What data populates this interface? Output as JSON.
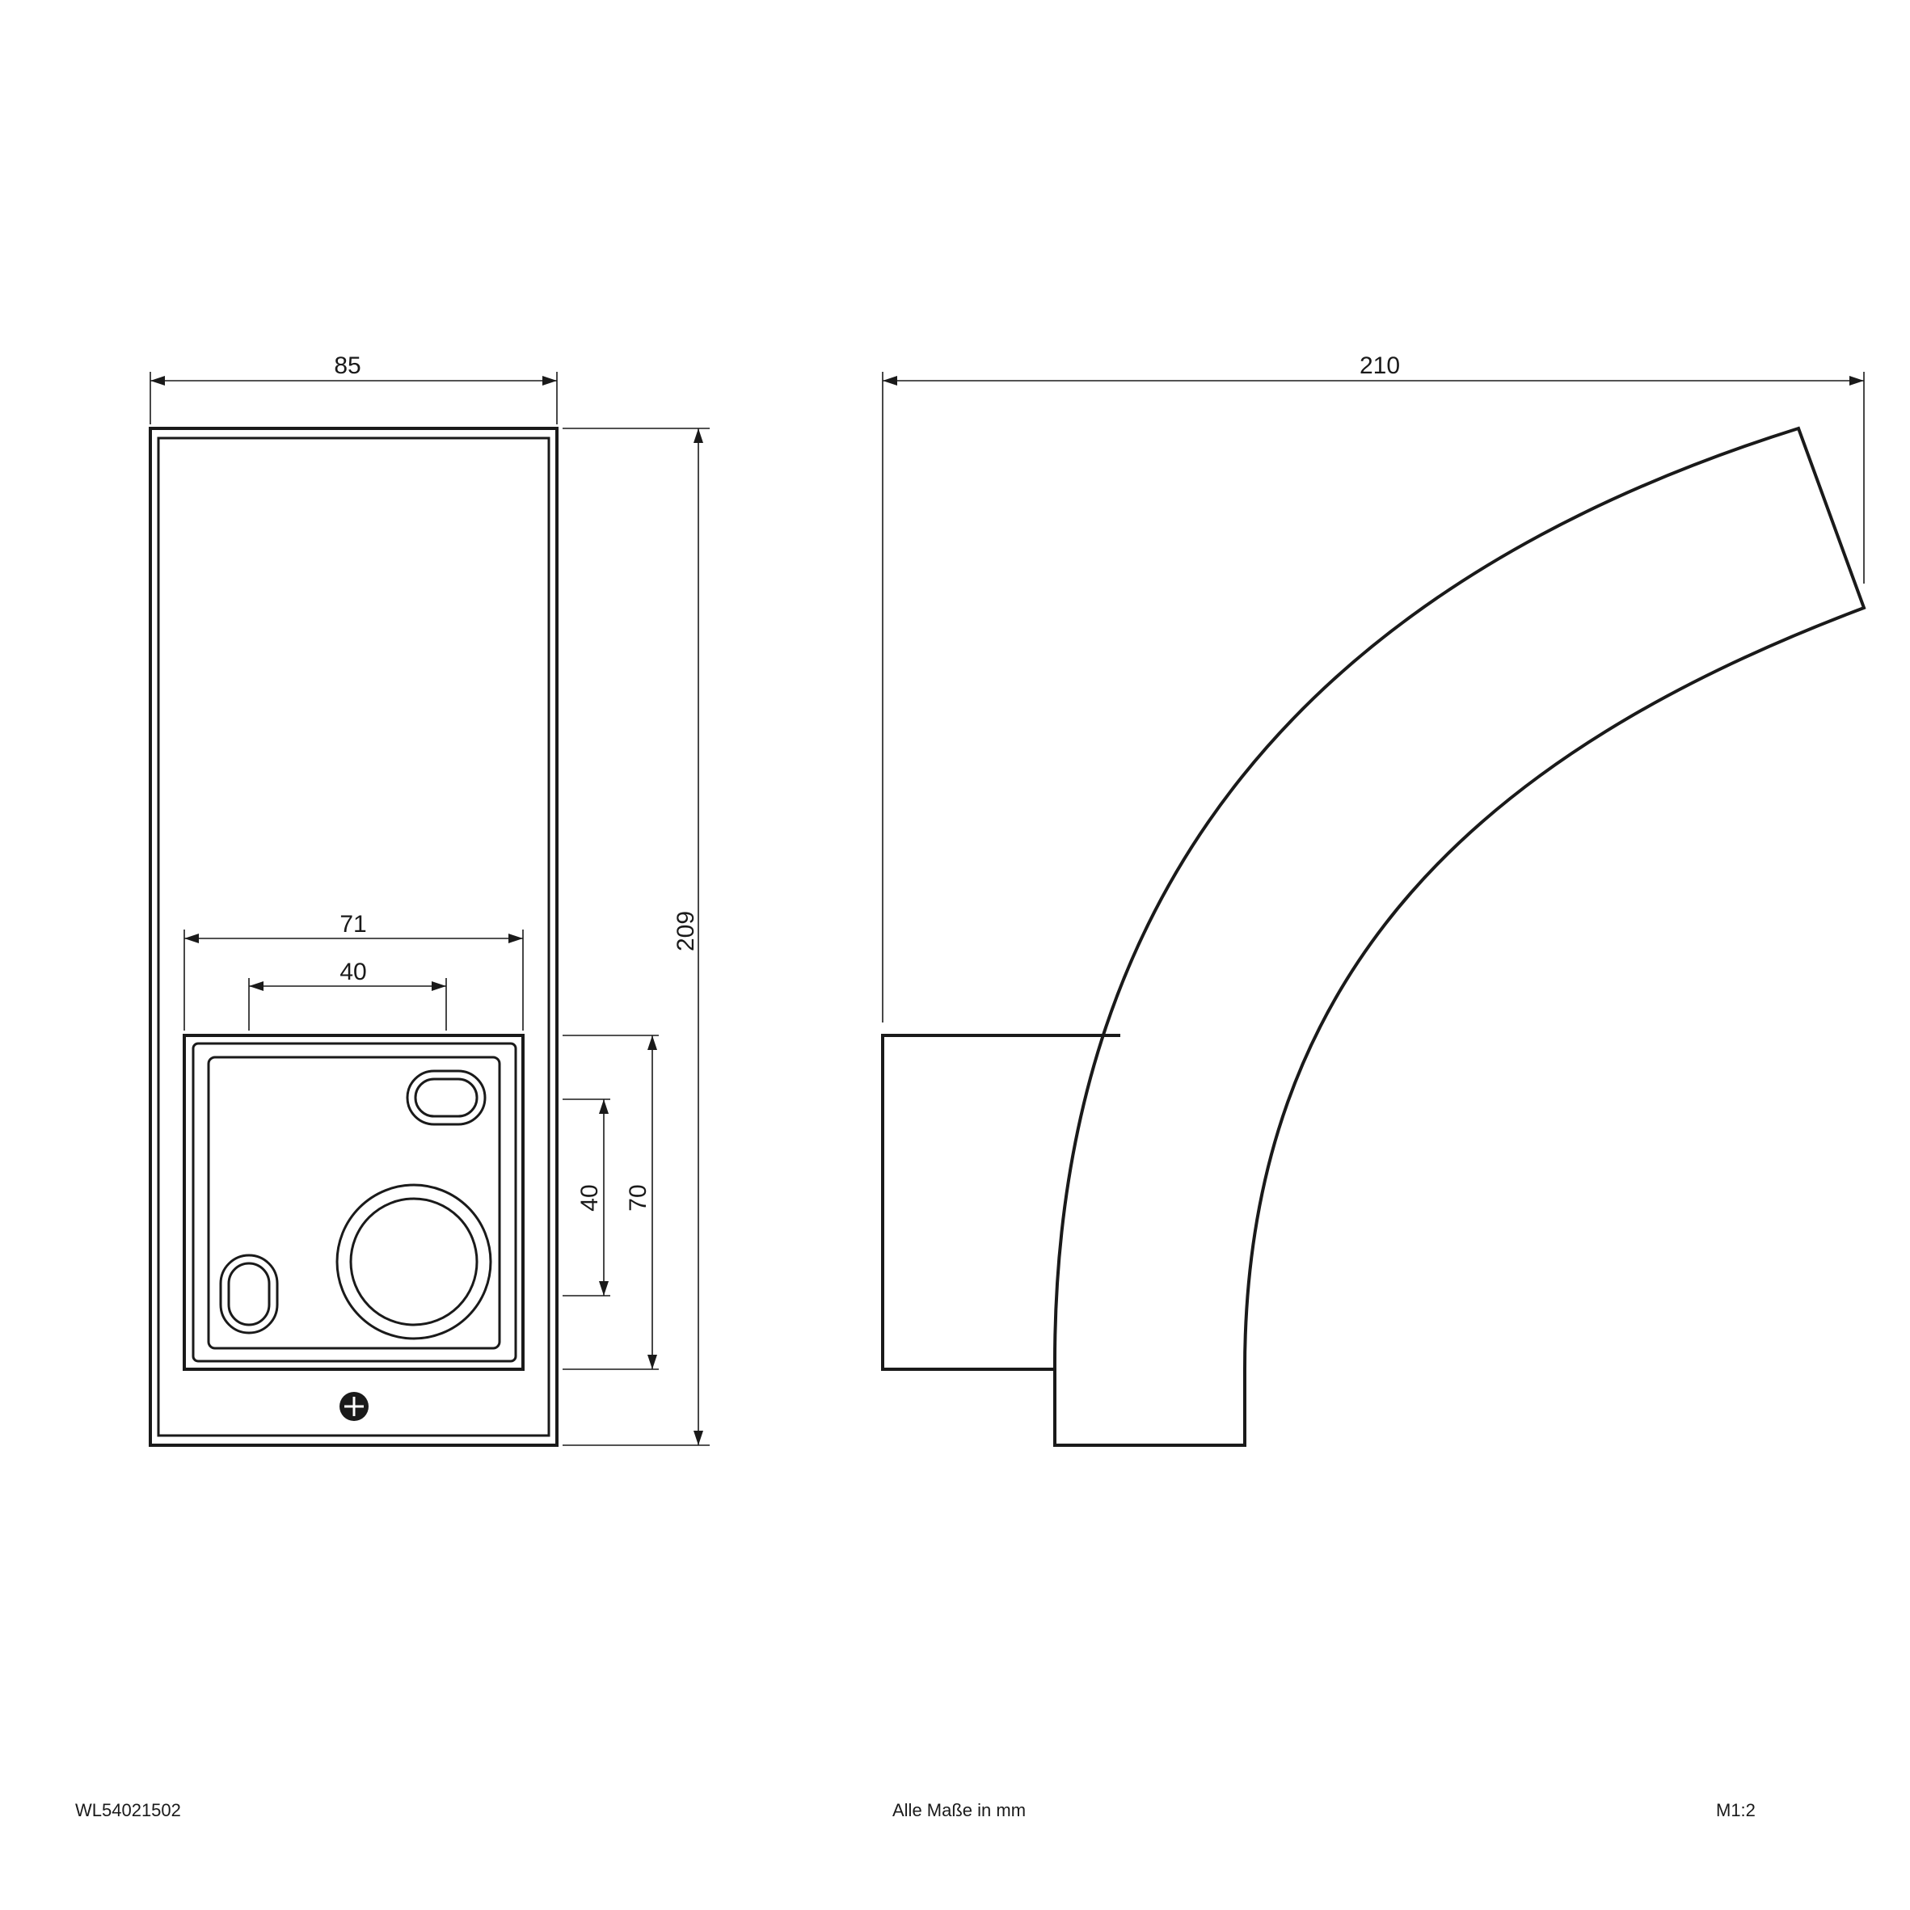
{
  "front_view": {
    "dims": {
      "width": "85",
      "height": "209",
      "plate_width": "71",
      "hole_spacing_h": "40",
      "hole_spacing_v": "40",
      "plate_height": "70"
    }
  },
  "side_view": {
    "dims": {
      "depth": "210"
    }
  },
  "footer": {
    "article_number": "WL54021502",
    "units_note": "Alle Maße in mm",
    "scale": "M1:2"
  }
}
